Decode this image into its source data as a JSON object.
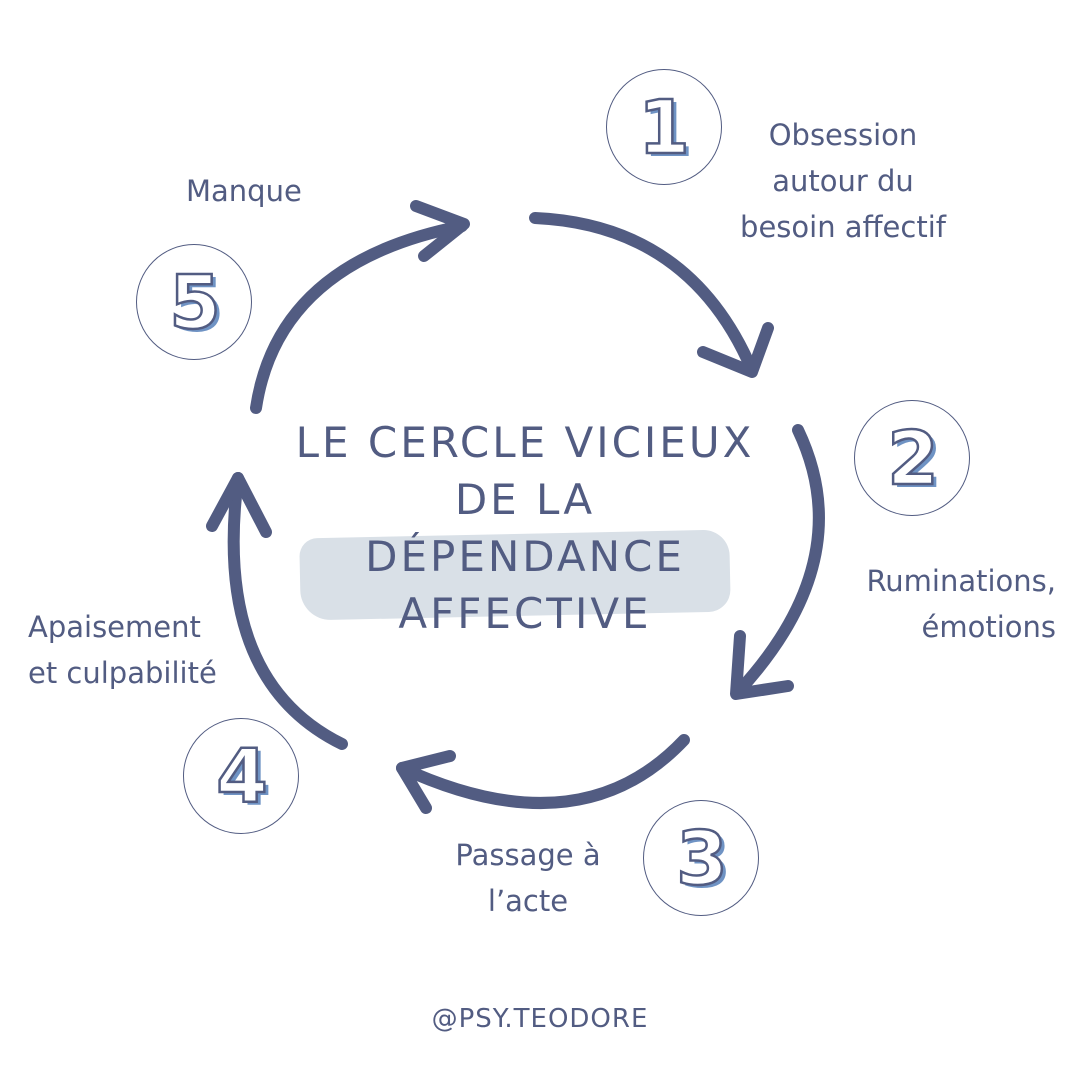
{
  "colors": {
    "ink": "#525c82",
    "number_fill": "#6f93c4",
    "highlight": "#d9e0e7"
  },
  "title": {
    "line1": "LE CERCLE VICIEUX",
    "line2": "DE LA",
    "line3": "DÉPENDANCE",
    "line4": "AFFECTIVE"
  },
  "steps": [
    {
      "number": "1",
      "label": "Obsession\nautour du\nbesoin affectif"
    },
    {
      "number": "2",
      "label": "Ruminations,\némotions"
    },
    {
      "number": "3",
      "label": "Passage à\nl’acte"
    },
    {
      "number": "4",
      "label": "Apaisement\net culpabilité"
    },
    {
      "number": "5",
      "label": "Manque"
    }
  ],
  "footer": {
    "handle": "@PSY.TEODORE"
  }
}
